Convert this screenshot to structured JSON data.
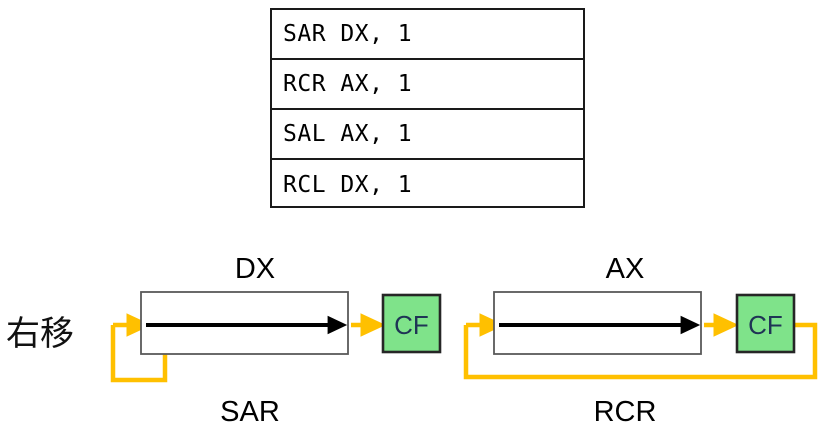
{
  "instruction_table": {
    "rows": [
      {
        "text": "SAR DX, 1"
      },
      {
        "text": "RCR AX, 1"
      },
      {
        "text": "SAL AX, 1"
      },
      {
        "text": "RCL DX, 1"
      }
    ]
  },
  "diagram": {
    "section_label": "右移",
    "colors": {
      "arrow_orange": "#FFC000",
      "flag_green": "#7FE38A",
      "flag_border": "#262626",
      "flag_text": "#1f3455",
      "register_border": "#595959",
      "data_arrow": "#000000"
    },
    "left": {
      "register_label": "DX",
      "flag_label": "CF",
      "operation_label": "SAR"
    },
    "right": {
      "register_label": "AX",
      "flag_label": "CF",
      "operation_label": "RCR"
    }
  }
}
